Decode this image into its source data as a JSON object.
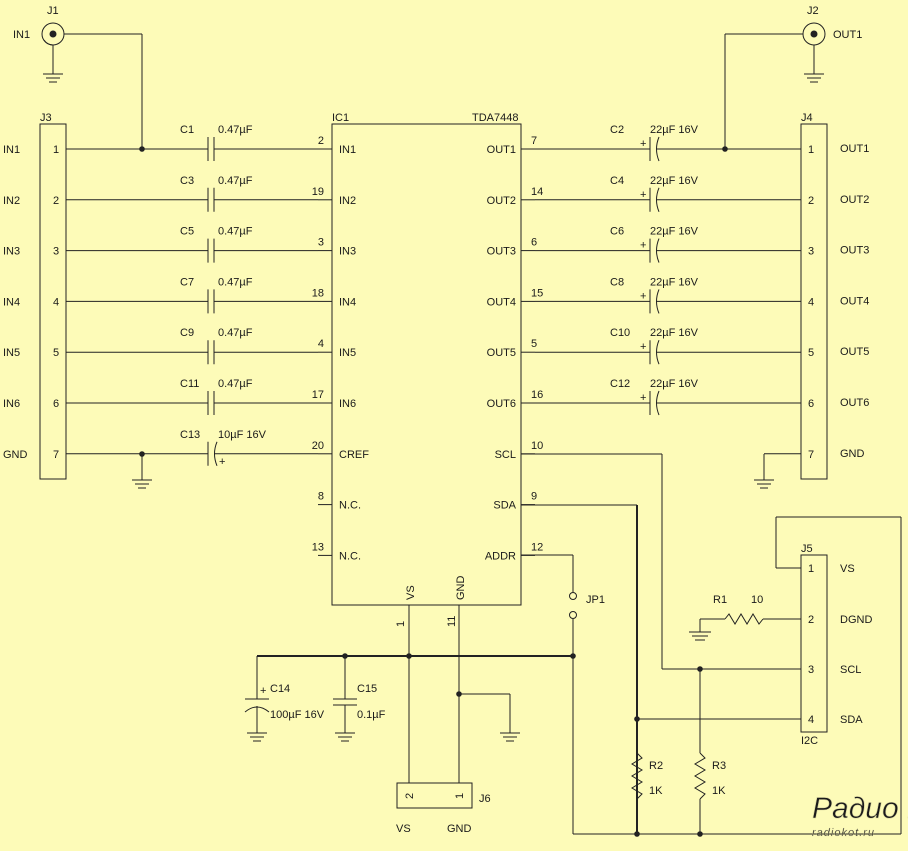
{
  "j1": {
    "ref": "J1",
    "label": "IN1"
  },
  "j2": {
    "ref": "J2",
    "label": "OUT1"
  },
  "j3": {
    "ref": "J3",
    "pins": [
      "1",
      "2",
      "3",
      "4",
      "5",
      "6",
      "7"
    ],
    "nets": [
      "IN1",
      "IN2",
      "IN3",
      "IN4",
      "IN5",
      "IN6",
      "GND"
    ]
  },
  "j4": {
    "ref": "J4",
    "pins": [
      "1",
      "2",
      "3",
      "4",
      "5",
      "6",
      "7"
    ],
    "nets": [
      "OUT1",
      "OUT2",
      "OUT3",
      "OUT4",
      "OUT5",
      "OUT6",
      "GND"
    ]
  },
  "ic1": {
    "ref": "IC1",
    "part": "TDA7448",
    "left_pins": [
      {
        "num": "2",
        "name": "IN1"
      },
      {
        "num": "19",
        "name": "IN2"
      },
      {
        "num": "3",
        "name": "IN3"
      },
      {
        "num": "18",
        "name": "IN4"
      },
      {
        "num": "4",
        "name": "IN5"
      },
      {
        "num": "17",
        "name": "IN6"
      },
      {
        "num": "20",
        "name": "CREF"
      },
      {
        "num": "8",
        "name": "N.C."
      },
      {
        "num": "13",
        "name": "N.C."
      }
    ],
    "right_pins": [
      {
        "num": "7",
        "name": "OUT1"
      },
      {
        "num": "14",
        "name": "OUT2"
      },
      {
        "num": "6",
        "name": "OUT3"
      },
      {
        "num": "15",
        "name": "OUT4"
      },
      {
        "num": "5",
        "name": "OUT5"
      },
      {
        "num": "16",
        "name": "OUT6"
      },
      {
        "num": "10",
        "name": "SCL"
      },
      {
        "num": "9",
        "name": "SDA"
      },
      {
        "num": "12",
        "name": "ADDR"
      }
    ],
    "bottom_pins": [
      {
        "num": "1",
        "name": "VS"
      },
      {
        "num": "11",
        "name": "GND"
      }
    ]
  },
  "input_caps": [
    {
      "ref": "C1",
      "value": "0.47µF"
    },
    {
      "ref": "C3",
      "value": "0.47µF"
    },
    {
      "ref": "C5",
      "value": "0.47µF"
    },
    {
      "ref": "C7",
      "value": "0.47µF"
    },
    {
      "ref": "C9",
      "value": "0.47µF"
    },
    {
      "ref": "C11",
      "value": "0.47µF"
    },
    {
      "ref": "C13",
      "value": "10µF 16V"
    }
  ],
  "output_caps": [
    {
      "ref": "C2",
      "value": "22µF 16V"
    },
    {
      "ref": "C4",
      "value": "22µF 16V"
    },
    {
      "ref": "C6",
      "value": "22µF 16V"
    },
    {
      "ref": "C8",
      "value": "22µF 16V"
    },
    {
      "ref": "C10",
      "value": "22µF 16V"
    },
    {
      "ref": "C12",
      "value": "22µF 16V"
    }
  ],
  "supply_caps": {
    "c14": {
      "ref": "C14",
      "value": "100µF 16V"
    },
    "c15": {
      "ref": "C15",
      "value": "0.1µF"
    }
  },
  "jp1": {
    "ref": "JP1"
  },
  "j5": {
    "ref": "J5",
    "footer": "I2C",
    "pins": [
      "1",
      "2",
      "3",
      "4"
    ],
    "nets": [
      "VS",
      "DGND",
      "SCL",
      "SDA"
    ]
  },
  "r1": {
    "ref": "R1",
    "value": "10"
  },
  "r2": {
    "ref": "R2",
    "value": "1K"
  },
  "r3": {
    "ref": "R3",
    "value": "1K"
  },
  "j6": {
    "ref": "J6",
    "pins": [
      "2",
      "1"
    ],
    "nets": [
      "VS",
      "GND"
    ]
  },
  "watermark": {
    "title": "Радио КОТ",
    "url": "radiokot.ru"
  },
  "colors": {
    "background": "#fdfbb8",
    "ink": "#222222"
  }
}
